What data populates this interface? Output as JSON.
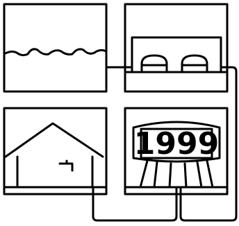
{
  "diagram": {
    "panels": [
      {
        "id": "reservoir"
      },
      {
        "id": "treatment-plant"
      },
      {
        "id": "house"
      },
      {
        "id": "water-tower"
      }
    ],
    "water_tower": {
      "year_label": "1999"
    }
  }
}
